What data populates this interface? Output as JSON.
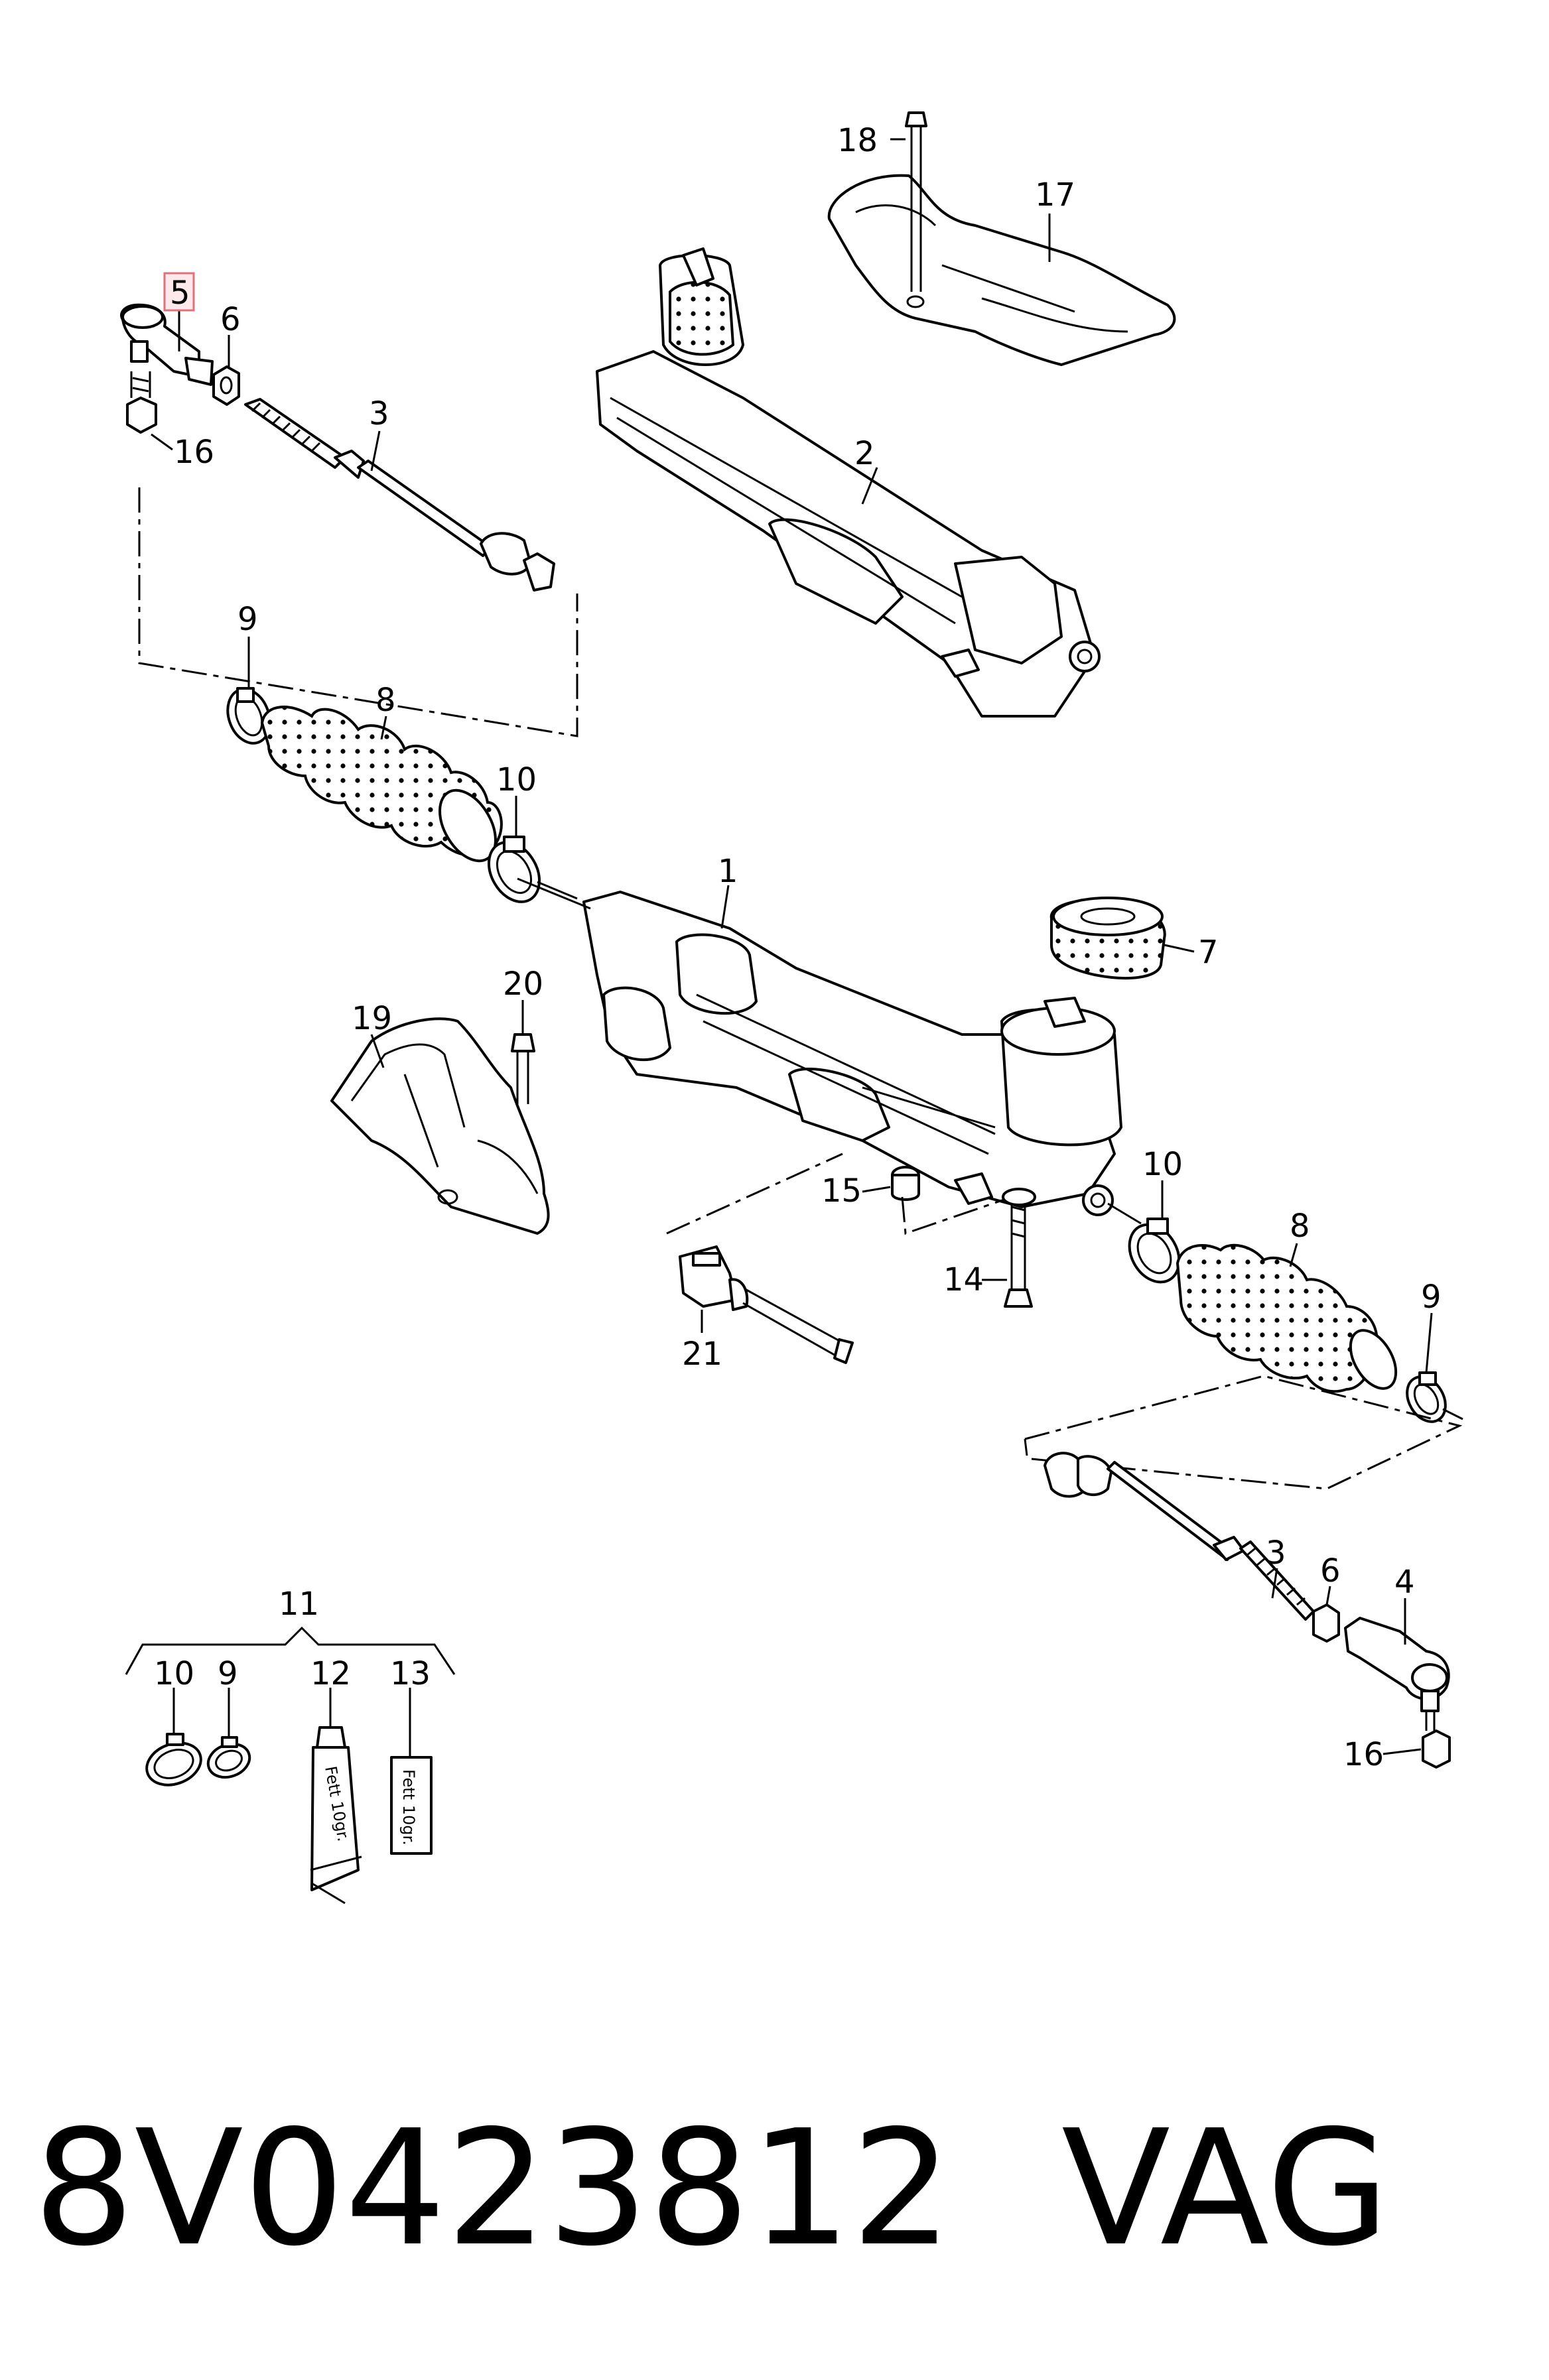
{
  "colors": {
    "ink": "#000000",
    "background": "#ffffff",
    "highlight_box": "#e0707a"
  },
  "callouts": {
    "p1": "1",
    "p2": "2",
    "p3a": "3",
    "p3b": "3",
    "p4": "4",
    "p5": "5",
    "p6a": "6",
    "p6b": "6",
    "p7": "7",
    "p8a": "8",
    "p8b": "8",
    "p9a": "9",
    "p9b": "9",
    "p9c": "9",
    "p10a": "10",
    "p10b": "10",
    "p10c": "10",
    "p11": "11",
    "p12": "12",
    "p13": "13",
    "p14": "14",
    "p15": "15",
    "p16a": "16",
    "p16b": "16",
    "p17": "17",
    "p18": "18",
    "p19": "19",
    "p20": "20",
    "p21": "21"
  },
  "highlighted_part": "5",
  "grease_label": "Fett 10gr.",
  "part_number": "8V0423812",
  "brand": "VAG"
}
